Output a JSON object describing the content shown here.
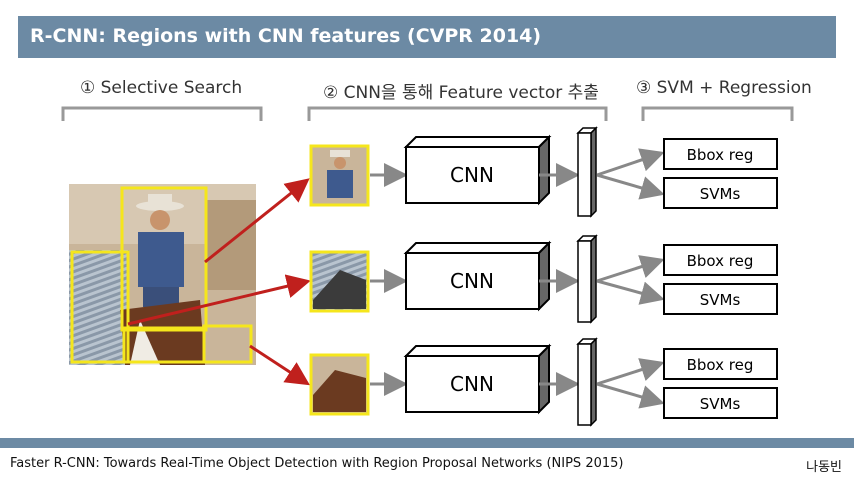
{
  "header": {
    "title": "R-CNN: Regions with CNN features (CVPR 2014)"
  },
  "steps": [
    {
      "label": "① Selective Search"
    },
    {
      "label": "② CNN을 통해 Feature vector 추출"
    },
    {
      "label": "③ SVM + Regression"
    }
  ],
  "rows": [
    {
      "cnn_label": "CNN",
      "bbox_label": "Bbox reg",
      "svm_label": "SVMs"
    },
    {
      "cnn_label": "CNN",
      "bbox_label": "Bbox reg",
      "svm_label": "SVMs"
    },
    {
      "cnn_label": "CNN",
      "bbox_label": "Bbox reg",
      "svm_label": "SVMs"
    }
  ],
  "colors": {
    "header_bar": "#6c8aa4",
    "region_box": "#f5e61c",
    "arrow_red": "#c0201d",
    "arrow_gray": "#888888"
  },
  "footer": {
    "citation": "Faster R-CNN: Towards Real-Time Object Detection with Region Proposal Networks (NIPS 2015)",
    "author": "나동빈"
  }
}
